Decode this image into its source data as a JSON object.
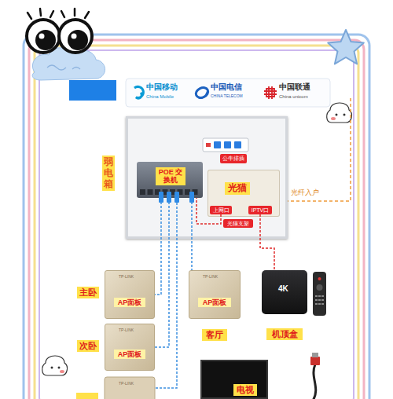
{
  "diagram": {
    "nodes": [
      {
        "text": [
          "弱电箱"
        ]
      },
      {
        "text": [
          "公牛排插"
        ],
        "in": 0
      },
      {
        "text": [
          "POE 交换机"
        ],
        "in": 0
      },
      {
        "text": [
          "光猫"
        ],
        "in": 0
      },
      {
        "text": [
          "上网口"
        ],
        "in": 3
      },
      {
        "text": [
          "IPTV口"
        ],
        "in": 3
      },
      {
        "text": [
          "光猫支架"
        ],
        "in": 0
      },
      {
        "text": [
          "主卧",
          "AP面板"
        ]
      },
      {
        "text": [
          "AP面板",
          "客厅"
        ]
      },
      {
        "text": [
          "机顶盒"
        ]
      },
      {
        "text": [
          "次卧",
          "AP面板"
        ]
      },
      {
        "text": [
          "电视"
        ]
      }
    ],
    "edges": [
      {
        "from": 2,
        "to": 7,
        "arrow": "none"
      },
      {
        "from": 2,
        "to": 10,
        "arrow": "none"
      },
      {
        "from": 2,
        "to": 8,
        "arrow": "none"
      },
      {
        "from": 4,
        "to": 2,
        "arrow": "none"
      },
      {
        "from": 5,
        "to": 9,
        "arrow": "none"
      }
    ],
    "labels": [
      "中国移动",
      "China Mobile",
      "中国电信",
      "CHINA TELECOM",
      "中国联通",
      "China unicom",
      "光纤入户",
      "TP-LINK",
      "TP-LINK",
      "TP-LINK",
      "TP-LINK",
      "4K"
    ]
  }
}
